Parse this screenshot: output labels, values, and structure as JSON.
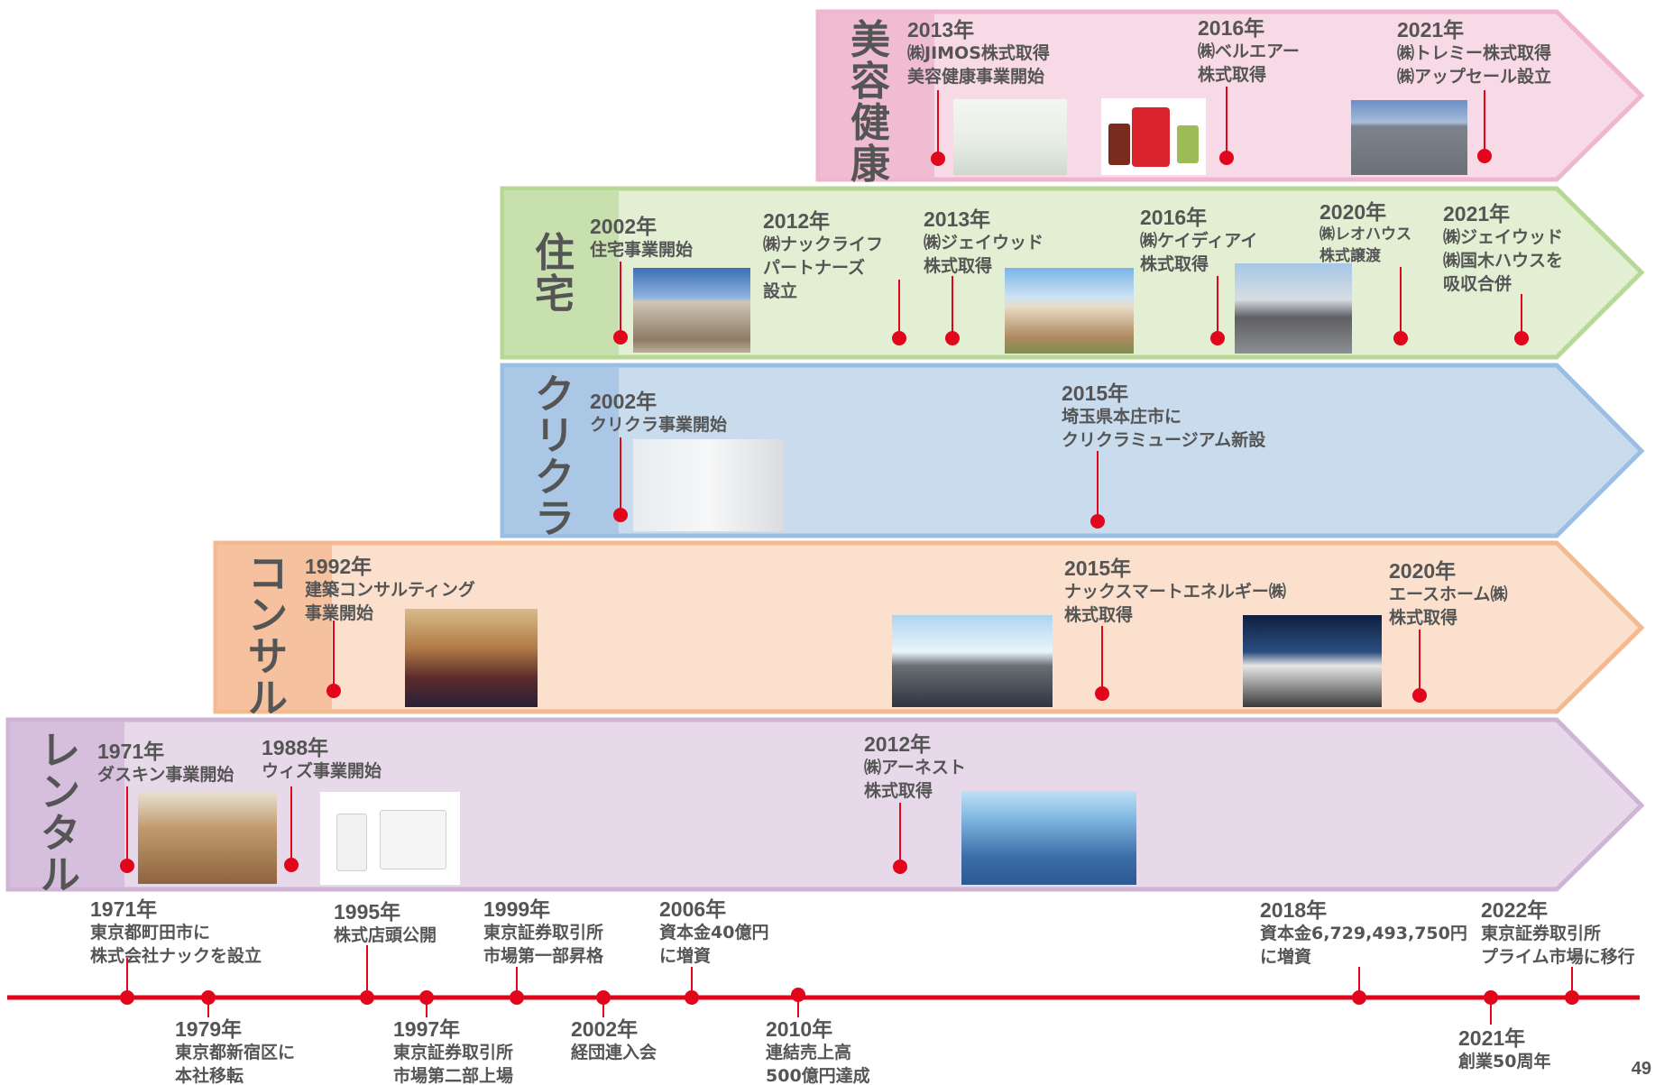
{
  "bands": {
    "biyou": {
      "label": "美容健康",
      "events": [
        {
          "year": "2013年",
          "text": "㈱JIMOS株式取得\n美容健康事業開始"
        },
        {
          "year": "2016年",
          "text": "㈱ベルエアー\n株式取得"
        },
        {
          "year": "2021年",
          "text": "㈱トレミー株式取得\n㈱アップセール設立"
        }
      ]
    },
    "jutaku": {
      "label": "住宅",
      "events": [
        {
          "year": "2002年",
          "text": "住宅事業開始"
        },
        {
          "year": "2012年",
          "text": "㈱ナックライフ\nパートナーズ\n設立"
        },
        {
          "year": "2013年",
          "text": "㈱ジェイウッド\n株式取得"
        },
        {
          "year": "2016年",
          "text": "㈱ケイディアイ\n株式取得"
        },
        {
          "year": "2020年",
          "text": "㈱レオハウス\n株式譲渡"
        },
        {
          "year": "2021年",
          "text": "㈱ジェイウッド\n㈱国木ハウスを\n吸収合併"
        }
      ]
    },
    "kurikura": {
      "label": "クリクラ",
      "events": [
        {
          "year": "2002年",
          "text": "クリクラ事業開始"
        },
        {
          "year": "2015年",
          "text": "埼玉県本庄市に\nクリクラミュージアム新設"
        }
      ]
    },
    "consul": {
      "label": "コンサル",
      "events": [
        {
          "year": "1992年",
          "text": "建築コンサルティング\n事業開始"
        },
        {
          "year": "2015年",
          "text": "ナックスマートエネルギー㈱\n株式取得"
        },
        {
          "year": "2020年",
          "text": "エースホーム㈱\n株式取得"
        }
      ]
    },
    "rental": {
      "label": "レンタル",
      "events": [
        {
          "year": "1971年",
          "text": "ダスキン事業開始"
        },
        {
          "year": "1988年",
          "text": "ウィズ事業開始"
        },
        {
          "year": "2012年",
          "text": "㈱アーネスト\n株式取得"
        }
      ]
    }
  },
  "timeline": [
    {
      "year": "1971年",
      "text": "東京都町田市に\n株式会社ナックを設立"
    },
    {
      "year": "1979年",
      "text": "東京都新宿区に\n本社移転"
    },
    {
      "year": "1995年",
      "text": "株式店頭公開"
    },
    {
      "year": "1997年",
      "text": "東京証券取引所\n市場第二部上場"
    },
    {
      "year": "1999年",
      "text": "東京証券取引所\n市場第一部昇格"
    },
    {
      "year": "2002年",
      "text": "経団連入会"
    },
    {
      "year": "2006年",
      "text": "資本金40億円\nに増資"
    },
    {
      "year": "2010年",
      "text": "連結売上高\n500億円達成"
    },
    {
      "year": "2018年",
      "text": "資本金6,729,493,750円\nに増資"
    },
    {
      "year": "2021年",
      "text": "創業50周年"
    },
    {
      "year": "2022年",
      "text": "東京証券取引所\nプライム市場に移行"
    }
  ],
  "page_number": "49",
  "colors": {
    "accent": "#e1061b",
    "biyou_fill": "#f8d9e6",
    "biyou_side": "#f0bcd2",
    "biyou_border": "#eeb6cf",
    "jutaku_fill": "#e2efd3",
    "jutaku_side": "#c8e0ad",
    "jutaku_border": "#b7d795",
    "kurikura_fill": "#c9dcee",
    "kurikura_side": "#aac8e6",
    "kurikura_border": "#9bbfe2",
    "consul_fill": "#fae0cd",
    "consul_side": "#f5c19e",
    "consul_border": "#f4b98f",
    "rental_fill": "#e7d9e9",
    "rental_side": "#d6bfdc",
    "rental_border": "#d0b4d6"
  }
}
